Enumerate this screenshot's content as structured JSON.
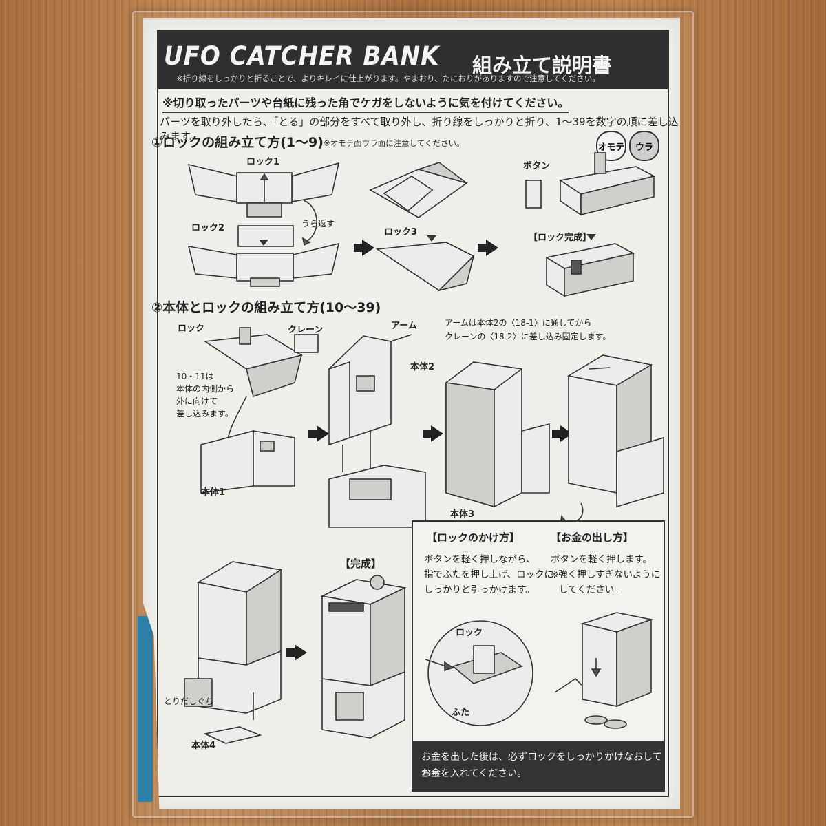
{
  "header": {
    "logo": "UFO CATCHER BANK",
    "title": "組み立て説明書",
    "subnote": "※折り線をしっかりと折ることで、よりキレイに仕上がります。やまおり、たにおりがありますので注意してください。"
  },
  "warning": "※切り取ったパーツや台紙に残った角でケガをしないように気を付けてください。",
  "intro": "パーツを取り外したら、「とる」の部分をすべて取り外し、折り線をしっかりと折り、1〜39を数字の順に差し込みます。",
  "section1": {
    "title": "①ロックの組み立て方(1〜9)",
    "note": "※オモテ面ウラ面に注意してください。",
    "badge_front": "オモテ",
    "badge_back": "ウラ",
    "lock1": "ロック1",
    "lock2": "ロック2",
    "lock3": "ロック3",
    "flip": "うら返す",
    "button": "ボタン",
    "done": "【ロック完成】"
  },
  "section2": {
    "title": "②本体とロックの組み立て方(10〜39)",
    "lock": "ロック",
    "crane": "クレーン",
    "arm": "アーム",
    "arm_note_1": "アームは本体2の〈18-1〉に通してから",
    "arm_note_2": "クレーンの〈18-2〉に差し込み固定します。",
    "note_10_11": [
      "10・11は",
      "本体の内側から",
      "外に向けて",
      "差し込みます。"
    ],
    "body1": "本体1",
    "body2": "本体2",
    "body3": "本体3",
    "body4": "本体4",
    "outlet": "とりだしぐち",
    "complete": "【完成】"
  },
  "infobox": {
    "lock_title": "【ロックのかけ方】",
    "lock_text": [
      "ボタンを軽く押しながら、",
      "指でふたを押し上げ、ロックに",
      "しっかりと引っかけます。"
    ],
    "money_title": "【お金の出し方】",
    "money_text": [
      "ボタンを軽く押します。",
      "※強く押しすぎないように",
      "してください。"
    ],
    "lock_label": "ロック",
    "lid_label": "ふた",
    "footer": [
      "お金を出した後は、必ずロックをしっかりかけなおしてから",
      "お金を入れてください。"
    ]
  },
  "colors": {
    "header_bg": "#2f2f2f",
    "paper": "#f1efea",
    "sleeve_tab": "#2e7fa8"
  }
}
